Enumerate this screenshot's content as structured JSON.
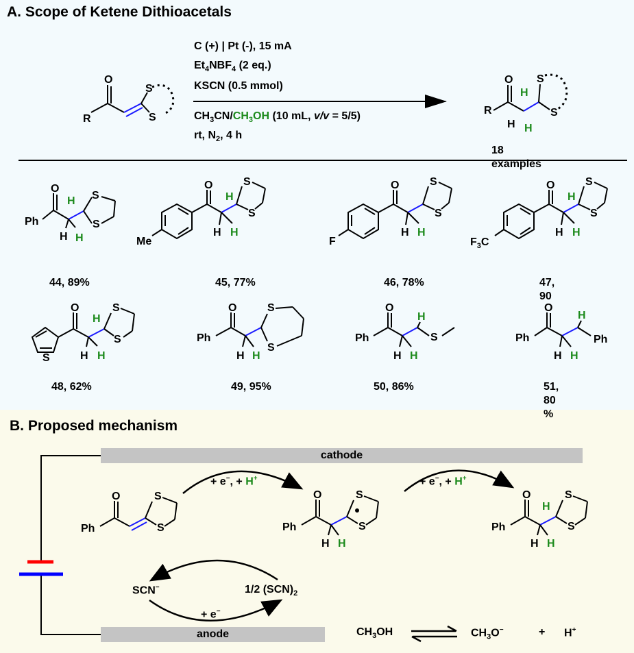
{
  "panel_a": {
    "title": "A. Scope of Ketene Dithioacetals",
    "conditions": {
      "line1": "C (+) | Pt (-), 15 mA",
      "line2_a": "Et",
      "line2_sub": "4",
      "line2_b": "NBF",
      "line2_sub2": "4",
      "line2_c": " (2 eq.)",
      "line3": "KSCN (0.5 mmol)",
      "line4_a": "CH",
      "line4_sub1": "3",
      "line4_b": "CN/",
      "line4_green": "CH",
      "line4_sub2": "3",
      "line4_green2": "OH",
      "line4_c": " (10 mL, ",
      "line4_italic": "v/v",
      "line4_d": " = 5/5)",
      "line5_a": "rt, N",
      "line5_sub": "2",
      "line5_b": ", 4 h"
    },
    "examples_count": "18",
    "examples_word": "examples",
    "products": [
      {
        "id": "44",
        "yield": "44, 89%"
      },
      {
        "id": "45",
        "yield": "45, 77%"
      },
      {
        "id": "46",
        "yield": "46, 78%"
      },
      {
        "id": "47",
        "yield_a": "47,",
        "yield_b": "90"
      },
      {
        "id": "48",
        "yield": "48, 62%"
      },
      {
        "id": "49",
        "yield": "49, 95%"
      },
      {
        "id": "50",
        "yield": "50, 86%"
      },
      {
        "id": "51",
        "yield_a": "51,",
        "yield_b": "80",
        "yield_c": "%"
      }
    ],
    "atoms": {
      "O": "O",
      "S": "S",
      "H": "H",
      "R": "R",
      "Ph": "Ph",
      "Me": "Me",
      "F": "F",
      "F3C_a": "F",
      "F3C_sub": "3",
      "F3C_b": "C"
    }
  },
  "panel_b": {
    "title": "B. Proposed mechanism",
    "cathode": "cathode",
    "anode": "anode",
    "step1_a": "+ e",
    "step1_sup": "−",
    "step1_b": ", + ",
    "step1_h": "H",
    "step1_hsup": "+",
    "step2_a": "+ e",
    "step2_sup": "−",
    "step2_b": ", + ",
    "step2_h": "H",
    "step2_hsup": "+",
    "scn": "SCN",
    "scn_sup": "−",
    "scn2_a": "1/2 (SCN)",
    "scn2_sub": "2",
    "anode_step_a": "+ e",
    "anode_step_sup": "−",
    "eq_left_a": "CH",
    "eq_left_sub": "3",
    "eq_left_b": "OH",
    "eq_right_a": "CH",
    "eq_right_sub": "3",
    "eq_right_b": "O",
    "eq_right_sup": "−",
    "plus": "+",
    "proton": "H",
    "proton_sup": "+"
  },
  "colors": {
    "panel_a_bg": "#f3fafd",
    "panel_b_bg": "#fbfaeb",
    "bond_highlight": "#1a1aff",
    "hydrogen_green": "#1c8a1c",
    "battery_red": "#ff0000",
    "battery_blue": "#0000ff",
    "electrode": "#c4c4c4"
  }
}
